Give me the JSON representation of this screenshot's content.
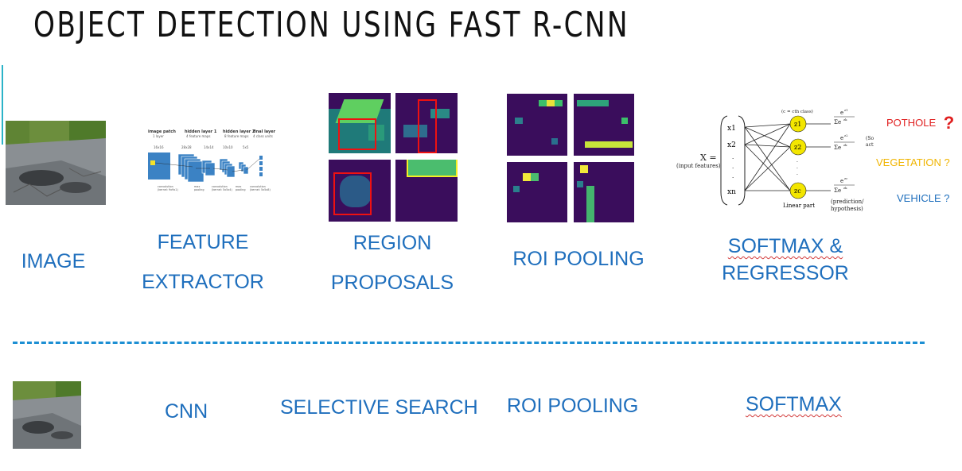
{
  "slide": {
    "title": "OBJECT DETECTION USING FAST R-CNN"
  },
  "pipeline": {
    "image_label": "IMAGE",
    "feature_label_1": "FEATURE",
    "feature_label_2": "EXTRACTOR",
    "region_label_1": "REGION",
    "region_label_2": "PROPOSALS",
    "roi_label": "ROI POOLING",
    "softmax_label_1": "SOFTMAX &",
    "softmax_label_2": "REGRESSOR"
  },
  "cnn_diagram": {
    "headers": [
      "image patch",
      "hidden layer 1",
      "hidden layer 2",
      "final layer"
    ],
    "subheaders": [
      "1 layer",
      "4 feature maps",
      "8 feature maps",
      "4 class units"
    ],
    "sizes": [
      "16x16",
      "28x28",
      "14x14",
      "10x10",
      "5x5"
    ],
    "ops": [
      "convolution\n(kernel: 9x9x1)",
      "max\npooling",
      "convolution\n(kernel: 5x5x4)",
      "max\npooling",
      "convolution\n(kernel: 5x5x8)"
    ]
  },
  "softmax_diagram": {
    "x_label": "X =",
    "x_sub": "(input features)",
    "inputs": [
      "x1",
      "x2",
      "xn"
    ],
    "nodes": [
      "z1",
      "z2",
      "zc"
    ],
    "class_note": "(c = cth class)",
    "activation_note": "(Softmax\nactivation)",
    "linear_part": "Linear part",
    "prediction": "(prediction/\nhypothesis)"
  },
  "classes": [
    {
      "label": "POTHOLE",
      "mark": "?",
      "color": "#e02020"
    },
    {
      "label": "VEGETATION ?",
      "color": "#f0b400"
    },
    {
      "label": "VEHICLE ?",
      "color": "#1f6fbd"
    }
  ],
  "bottom_row": {
    "cnn": "CNN",
    "selective": "SELECTIVE SEARCH",
    "roi": "ROI POOLING",
    "softmax": "SOFTMAX"
  },
  "colors": {
    "label_blue": "#1f6fbd",
    "dash_blue": "#1d8fd3",
    "heat_bg": "#3a0d5c",
    "node_yellow": "#f3e600"
  }
}
